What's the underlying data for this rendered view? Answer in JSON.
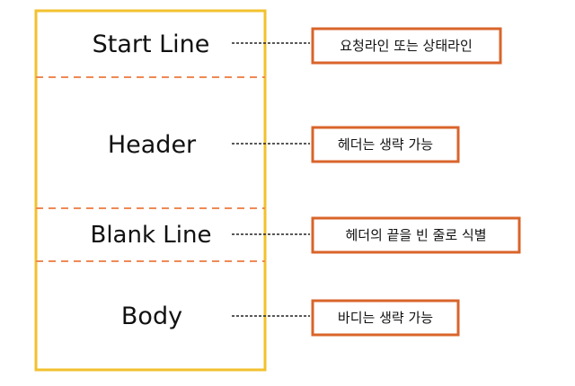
{
  "diagram": {
    "colors": {
      "frame": "#f2c12e",
      "divider": "#ee8a55",
      "callout_border": "#d9642b",
      "connector": "#222222",
      "text": "#111111"
    },
    "sections": [
      {
        "label": "Start Line",
        "note": "요청라인 또는 상태라인"
      },
      {
        "label": "Header",
        "note": "헤더는 생략 가능"
      },
      {
        "label": "Blank Line",
        "note": "헤더의 끝을 빈 줄로 식별"
      },
      {
        "label": "Body",
        "note": "바디는 생략 가능"
      }
    ]
  }
}
